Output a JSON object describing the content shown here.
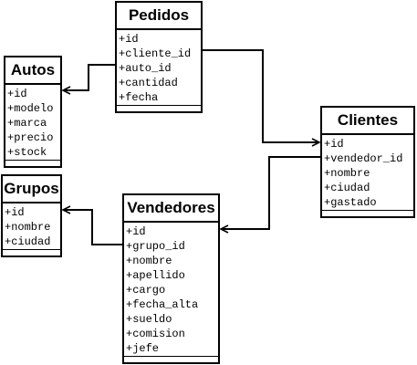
{
  "entities": {
    "pedidos": {
      "name": "Pedidos",
      "attributes": [
        "+id",
        "+cliente_id",
        "+auto_id",
        "+cantidad",
        "+fecha"
      ]
    },
    "autos": {
      "name": "Autos",
      "attributes": [
        "+id",
        "+modelo",
        "+marca",
        "+precio",
        "+stock"
      ]
    },
    "clientes": {
      "name": "Clientes",
      "attributes": [
        "+id",
        "+vendedor_id",
        "+nombre",
        "+ciudad",
        "+gastado"
      ]
    },
    "grupos": {
      "name": "Grupos",
      "attributes": [
        "+id",
        "+nombre",
        "+ciudad"
      ]
    },
    "vendedores": {
      "name": "Vendedores",
      "attributes": [
        "+id",
        "+grupo_id",
        "+nombre",
        "+apellido",
        "+cargo",
        "+fecha_alta",
        "+sueldo",
        "+comision",
        "+jefe"
      ]
    }
  },
  "relations": [
    {
      "from": "pedidos",
      "attribute": "+auto_id",
      "to": "autos"
    },
    {
      "from": "pedidos",
      "attribute": "+cliente_id",
      "to": "clientes"
    },
    {
      "from": "clientes",
      "attribute": "+vendedor_id",
      "to": "vendedores"
    },
    {
      "from": "vendedores",
      "attribute": "+grupo_id",
      "to": "grupos"
    }
  ],
  "colors": {
    "line": "#000000",
    "box_fill": "#ffffff",
    "text": "#000000"
  }
}
